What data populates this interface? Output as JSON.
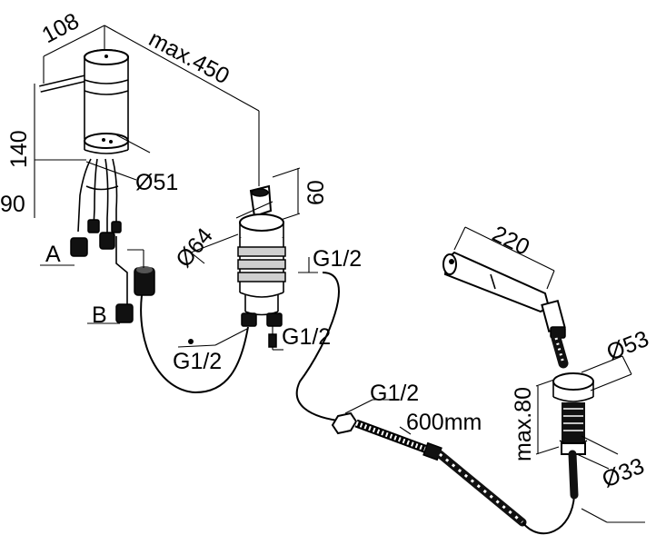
{
  "labels": {
    "mixer_width": "108",
    "reach": "max.450",
    "mixer_height": "140",
    "mixer_diameter": "Ø51",
    "mixer_below": "90",
    "inlet_a": "A",
    "inlet_b": "B",
    "diverter_height": "60",
    "diverter_diameter": "Ø64",
    "thread_top": "G1/2",
    "thread_outlet": "G1/2",
    "thread_left": "G1/2",
    "thread_hose": "G1/2",
    "hose_length": "600mm",
    "shower_length": "220",
    "holder_diameter": "Ø53",
    "holder_height": "max.80",
    "holder_hole": "Ø33"
  }
}
